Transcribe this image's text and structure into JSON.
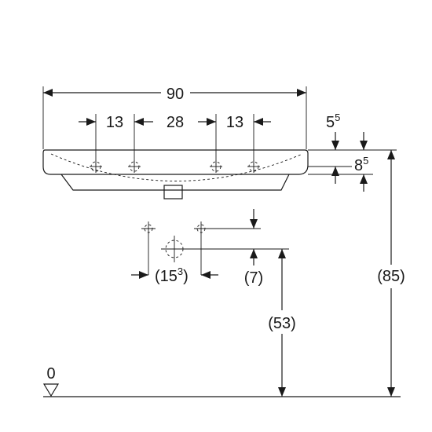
{
  "dimensions": {
    "total_width": "90",
    "tap_offset_left": "13",
    "tap_spacing": "28",
    "tap_offset_right": "13",
    "rim_top_base": "5",
    "rim_top_exp": "5",
    "rim_height_base": "8",
    "rim_height_exp": "5",
    "waste_spacing_base": "(15",
    "waste_spacing_exp": "3",
    "waste_spacing_close": ")",
    "waste_drop": "(7)",
    "waste_height": "(53)",
    "basin_height": "(85)",
    "floor_level": "0"
  }
}
